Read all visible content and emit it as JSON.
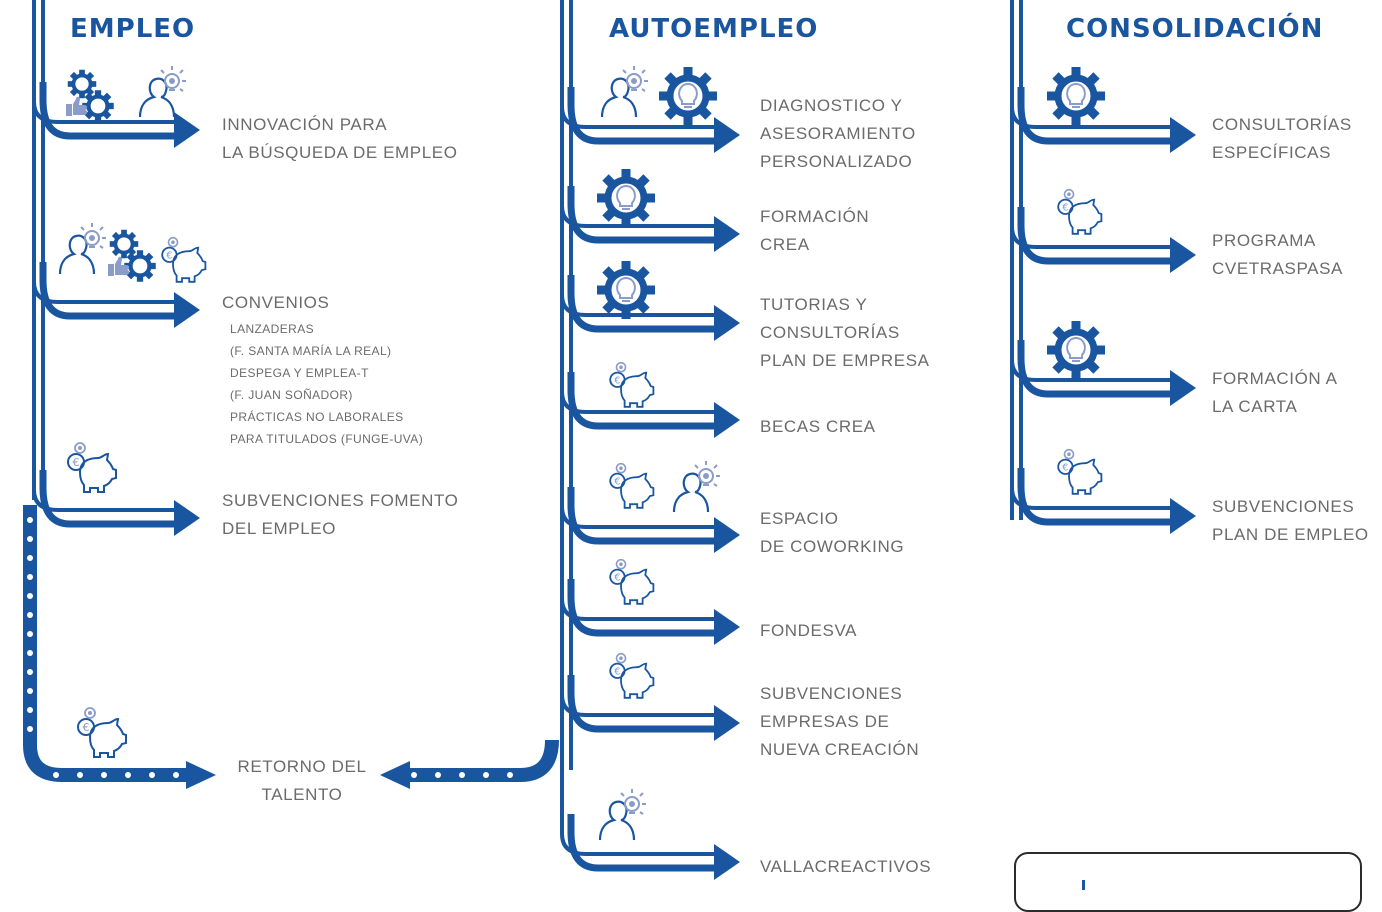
{
  "columns": [
    {
      "title": "EMPLEO",
      "items": [
        {
          "lines": [
            "INNOVACIÓN PARA",
            "LA BÚSQUEDA DE EMPLEO"
          ]
        },
        {
          "lines": [
            "CONVENIOS"
          ],
          "sublines": [
            "LANZADERAS",
            "(F. SANTA MARÍA LA REAL)",
            "DESPEGA Y EMPLEA-T",
            "(F. JUAN SOÑADOR)",
            "PRÁCTICAS NO LABORALES",
            "PARA TITULADOS (FUNGE-UVA)"
          ]
        },
        {
          "lines": [
            "SUBVENCIONES FOMENTO",
            "DEL EMPLEO"
          ]
        }
      ]
    },
    {
      "title": "AUTOEMPLEO",
      "items": [
        {
          "lines": [
            "DIAGNOSTICO Y",
            "ASESORAMIENTO",
            "PERSONALIZADO"
          ]
        },
        {
          "lines": [
            "FORMACIÓN",
            "CREA"
          ]
        },
        {
          "lines": [
            "TUTORIAS Y",
            "CONSULTORÍAS",
            "PLAN DE EMPRESA"
          ]
        },
        {
          "lines": [
            "BECAS CREA"
          ]
        },
        {
          "lines": [
            "ESPACIO",
            "DE COWORKING"
          ]
        },
        {
          "lines": [
            "FONDESVA"
          ]
        },
        {
          "lines": [
            "SUBVENCIONES",
            "EMPRESAS DE",
            "NUEVA CREACIÓN"
          ]
        },
        {
          "lines": [
            "VALLACREACTIVOS"
          ]
        }
      ]
    },
    {
      "title": "CONSOLIDACIÓN",
      "items": [
        {
          "lines": [
            "CONSULTORÍAS",
            "ESPECÍFICAS"
          ]
        },
        {
          "lines": [
            "PROGRAMA",
            "CVETRASPASA"
          ]
        },
        {
          "lines": [
            "FORMACIÓN A",
            "LA CARTA"
          ]
        },
        {
          "lines": [
            "SUBVENCIONES",
            "PLAN DE EMPLEO"
          ]
        }
      ]
    }
  ],
  "center": {
    "lines": [
      "RETORNO DEL",
      "TALENTO"
    ]
  },
  "icons": [
    "gears-thumbs-icon",
    "person-idea-icon",
    "gear-bulb-icon",
    "piggy-bank-euro-icon"
  ],
  "colors": {
    "primary": "#1a56a0",
    "icon_light": "#8a9cc9",
    "text": "#6b6b6b",
    "border": "#2b2b2b"
  }
}
